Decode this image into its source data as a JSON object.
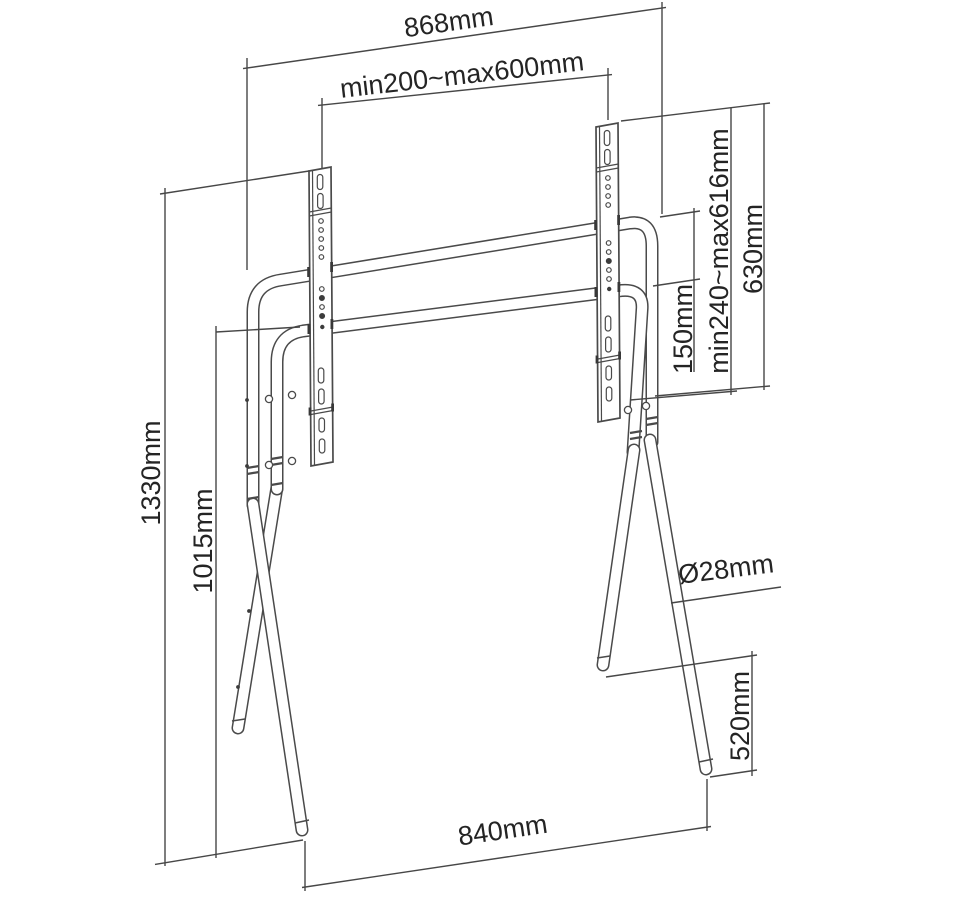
{
  "diagram": {
    "type": "technical-dimension-drawing",
    "subject": "easel-style TV floor stand with VESA mounting brackets",
    "colors": {
      "background": "#ffffff",
      "line": "#474747",
      "text": "#242424"
    },
    "dimensions": {
      "overall_width": "868mm",
      "bracket_spacing_range": "min200~max600mm",
      "vesa_height_range": "min240~max616mm",
      "bracket_height": "630mm",
      "crossbar_spacing": "150mm",
      "overall_height": "1330mm",
      "crossbar_height": "1015mm",
      "tube_diameter": "Ø28mm",
      "base_depth": "520mm",
      "base_width": "840mm"
    }
  }
}
